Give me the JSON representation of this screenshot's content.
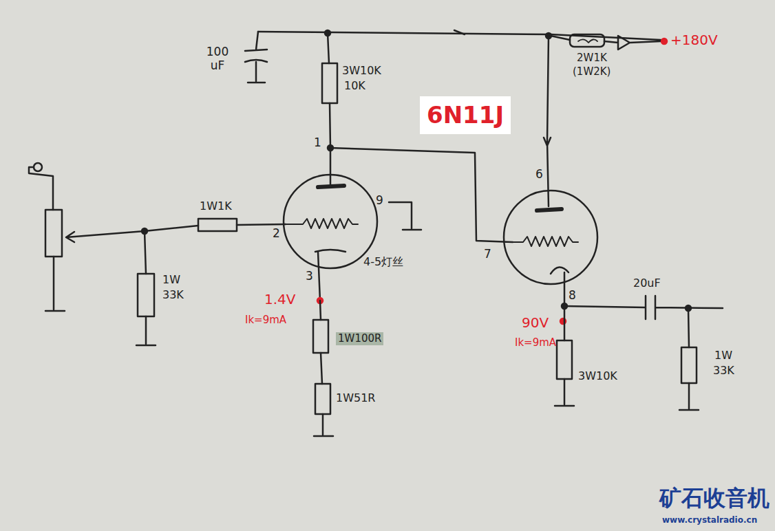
{
  "diagram": {
    "labels": [
      "100 uF",
      "3W10K",
      "10K",
      "6N11J",
      "2W1K",
      "(1W2K)",
      "+180V",
      "1",
      "9",
      "1W1K",
      "2",
      "4-5灯丝",
      "3",
      "6",
      "7",
      "8",
      "1W",
      "33K",
      "1.4V",
      "Ik=9mA",
      "1W100R",
      "1W51R",
      "90V",
      "Ik=9mA",
      "3W10K",
      "20uF",
      "1W",
      "33K",
      "矿石收音机",
      "www.crystalradio.cn"
    ]
  }
}
